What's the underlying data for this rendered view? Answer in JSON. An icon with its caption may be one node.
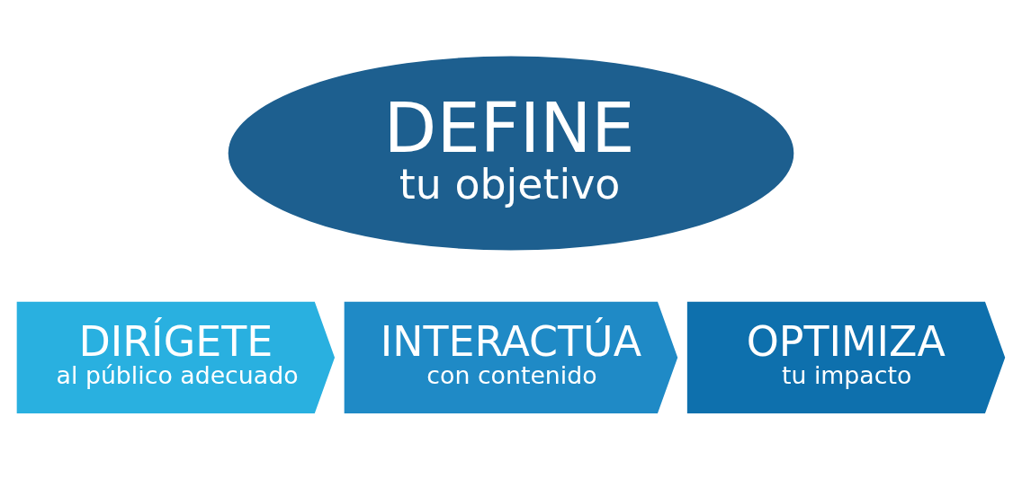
{
  "diagram": {
    "nodes": [
      {
        "text": [
          "DEFINE",
          "tu objetivo"
        ]
      },
      {
        "text": [
          "DIRÍGETE",
          "al público adecuado"
        ]
      },
      {
        "text": [
          "INTERACTÚA",
          "con contenido"
        ]
      },
      {
        "text": [
          "OPTIMIZA",
          "tu impacto"
        ]
      }
    ]
  }
}
